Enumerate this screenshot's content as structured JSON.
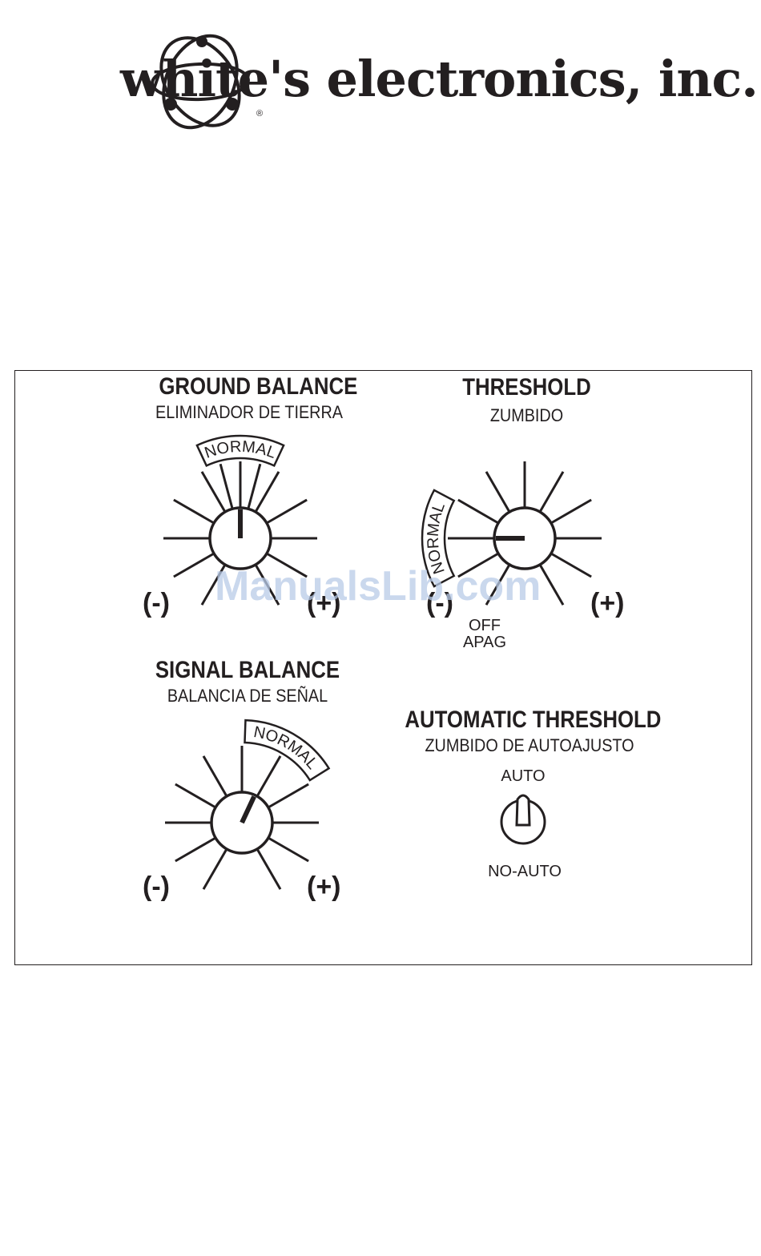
{
  "header": {
    "brand": "white's electronics, inc.",
    "registered_mark": "®"
  },
  "ground_balance": {
    "title": "GROUND BALANCE",
    "subtitle": "ELIMINADOR DE TIERRA",
    "normal_label": "NORMAL",
    "minus": "(-)",
    "plus": "(+)"
  },
  "threshold": {
    "title": "THRESHOLD",
    "subtitle": "ZUMBIDO",
    "normal_label": "NORMAL",
    "minus": "(-)",
    "plus": "(+)",
    "off_label": "OFF",
    "off_label_es": "APAG"
  },
  "signal_balance": {
    "title": "SIGNAL BALANCE",
    "subtitle": "BALANCIA DE SEÑAL",
    "normal_label": "NORMAL",
    "minus": "(-)",
    "plus": "(+)"
  },
  "auto_threshold": {
    "title": "AUTOMATIC THRESHOLD",
    "subtitle": "ZUMBIDO DE AUTOAJUSTO",
    "auto_label": "AUTO",
    "noauto_label": "NO-AUTO"
  },
  "watermark": "ManualsLib.com",
  "colors": {
    "ink": "#231f20",
    "watermark": "#b9cbe8"
  }
}
